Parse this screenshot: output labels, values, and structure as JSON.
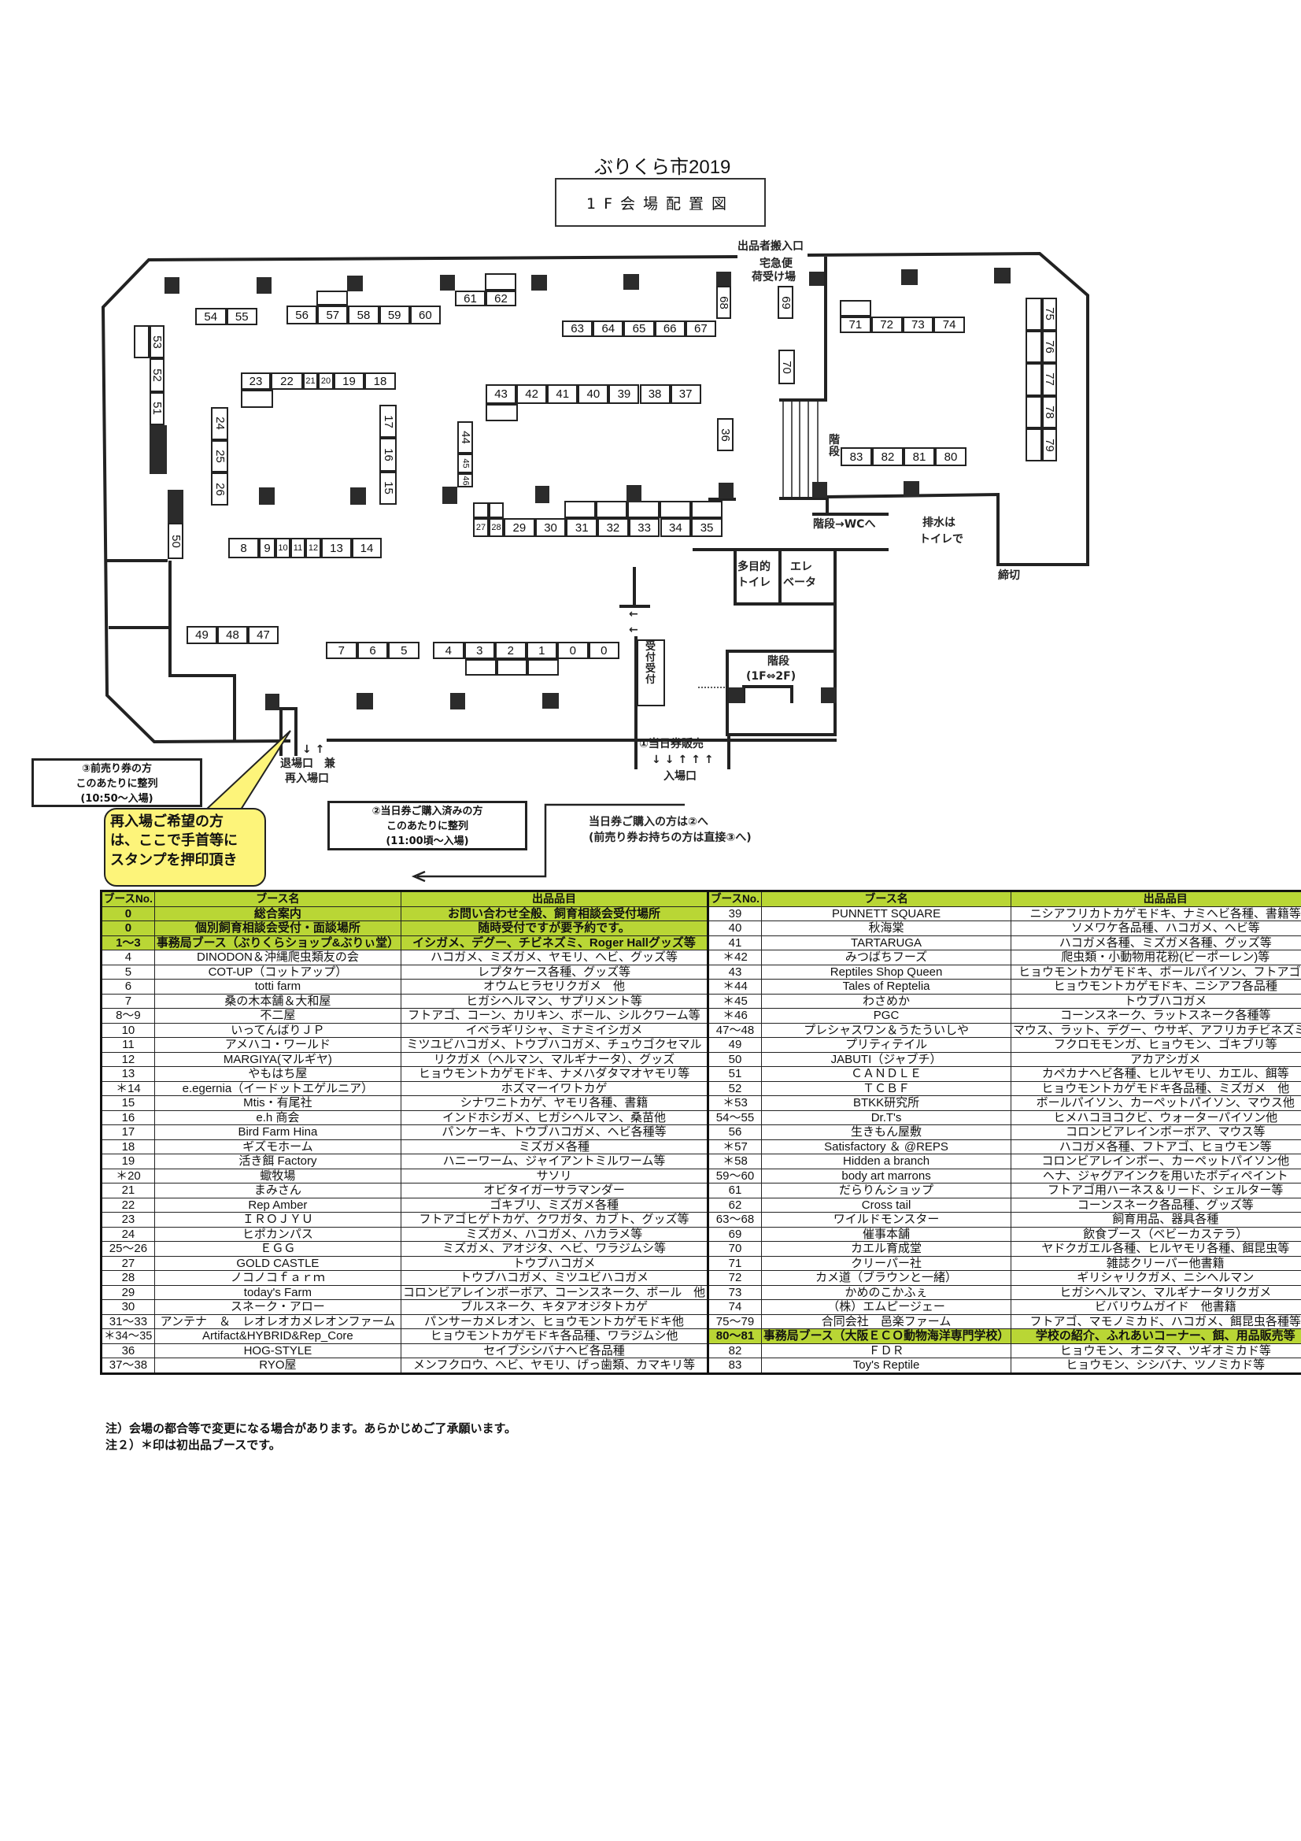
{
  "header": {
    "title": "ぶりくら市2019",
    "subtitle": "1F会場配置図"
  },
  "map": {
    "booths": [
      "54",
      "55",
      "56",
      "57",
      "58",
      "59",
      "60",
      "61",
      "62",
      "63",
      "64",
      "65",
      "66",
      "67",
      "68",
      "69",
      "70",
      "53",
      "52",
      "51",
      "23",
      "22",
      "21",
      "20",
      "19",
      "18",
      "24",
      "25",
      "26",
      "17",
      "16",
      "15",
      "43",
      "42",
      "41",
      "40",
      "39",
      "38",
      "37",
      "36",
      "44",
      "45",
      "46",
      "27",
      "28",
      "29",
      "30",
      "31",
      "32",
      "33",
      "34",
      "35",
      "8",
      "9",
      "10",
      "11",
      "12",
      "13",
      "14",
      "50",
      "71",
      "72",
      "73",
      "74",
      "75",
      "76",
      "77",
      "78",
      "79",
      "83",
      "82",
      "81",
      "80",
      "49",
      "48",
      "47",
      "7",
      "6",
      "5",
      "4",
      "3",
      "2",
      "1",
      "0",
      "0"
    ],
    "labels": {
      "exhibitor_entrance": "出品者搬入口",
      "delivery_1": "宅急便",
      "delivery_2": "荷受け場",
      "stairs_side": "階段",
      "stairs_wc": "階段→WCへ",
      "drain_1": "排水は",
      "drain_2": "トイレで",
      "closed": "締切",
      "toilet_1": "多目的",
      "toilet_2": "トイレ",
      "elevator_1": "エレ",
      "elevator_2": "ベータ",
      "reception_1": "受付",
      "reception_2": "受付",
      "stairs_main": "階段",
      "stairs_floors": "(1F⇔2F)",
      "ticket_sales": "①当日券販売",
      "entrance_arrows": "↓↓↑↑↑",
      "entrance": "入場口",
      "exit_arrows": "↓ ↑",
      "exit_1": "退場口　兼",
      "exit_2": "再入場口",
      "arrow_left_1": "←",
      "arrow_left_2": "←"
    },
    "advance_box": [
      "③前売り券の方",
      "このあたりに整列",
      "(10:50～入場)"
    ],
    "sameday_box": [
      "②当日券ご購入済みの方",
      "このあたりに整列",
      "(11:00頃～入場)"
    ],
    "balloon": [
      "再入場ご希望の方",
      "は、ここで手首等に",
      "スタンプを押印頂き"
    ],
    "guide": [
      "当日券ご購入の方は②へ",
      "(前売り券お持ちの方は直接③へ)"
    ]
  },
  "table": {
    "headers": [
      "ブースNo.",
      "ブース名",
      "出品品目"
    ],
    "highlight_color": "#b9d635",
    "left": [
      {
        "no": "0",
        "name": "総合案内",
        "items": "お問い合わせ全般、飼育相談会受付場所",
        "hl": true
      },
      {
        "no": "0",
        "name": "個別飼育相談会受付・面談場所",
        "items": "随時受付ですが要予約です。",
        "hl": true
      },
      {
        "no": "1～3",
        "name": "事務局ブース（ぶりくらショップ&ぶりぃ堂）",
        "items": "イシガメ、デグー、チビネズミ、Roger Hallグッズ等",
        "hl": true
      },
      {
        "no": "4",
        "name": "DINODON＆沖縄爬虫類友の会",
        "items": "ハコガメ、ミズガメ、ヤモリ、ヘビ、グッズ等"
      },
      {
        "no": "5",
        "name": "COT-UP（コットアップ）",
        "items": "レプタケース各種、グッズ等"
      },
      {
        "no": "6",
        "name": "totti farm",
        "items": "オウムヒラセリクガメ　他"
      },
      {
        "no": "7",
        "name": "桑の木本舗＆大和屋",
        "items": "ヒガシヘルマン、サプリメント等"
      },
      {
        "no": "8～9",
        "name": "不二屋",
        "items": "フトアゴ、コーン、カリキン、ボール、シルクワーム等"
      },
      {
        "no": "10",
        "name": "いってんばりＪＰ",
        "items": "イベラギリシャ、ミナミイシガメ"
      },
      {
        "no": "11",
        "name": "アメハコ・ワールド",
        "items": "ミツユビハコガメ、トウブハコガメ、チュウゴクセマル"
      },
      {
        "no": "12",
        "name": "MARGIYA(マルギヤ)",
        "items": "リクガメ（ヘルマン、マルギナータ）、グッズ"
      },
      {
        "no": "13",
        "name": "やもはち屋",
        "items": "ヒョウモントカゲモドキ、ナメハダタマオヤモリ等"
      },
      {
        "no": "＊14",
        "name": "e.egernia（イードットエゲルニア）",
        "items": "ホズマーイワトカゲ"
      },
      {
        "no": "15",
        "name": "Mtis・有尾社",
        "items": "シナワニトカゲ、ヤモリ各種、書籍"
      },
      {
        "no": "16",
        "name": "e.h 商会",
        "items": "インドホシガメ、ヒガシヘルマン、桑苗他"
      },
      {
        "no": "17",
        "name": "Bird Farm Hina",
        "items": "パンケーキ、トウブハコガメ、ヘビ各種等"
      },
      {
        "no": "18",
        "name": "ギズモホーム",
        "items": "ミズガメ各種"
      },
      {
        "no": "19",
        "name": "活き餌 Factory",
        "items": "ハニーワーム、ジャイアントミルワーム等"
      },
      {
        "no": "＊20",
        "name": "蠍牧場",
        "items": "サソリ"
      },
      {
        "no": "21",
        "name": "まみさん",
        "items": "オビタイガーサラマンダー"
      },
      {
        "no": "22",
        "name": "Rep Amber",
        "items": "ゴキブリ、ミズガメ各種"
      },
      {
        "no": "23",
        "name": "ＩＲＯＪＹＵ",
        "items": "フトアゴヒゲトカゲ、クワガタ、カブト、グッズ等"
      },
      {
        "no": "24",
        "name": "ヒポカンパス",
        "items": "ミズガメ、ハコガメ、ハカラメ等"
      },
      {
        "no": "25～26",
        "name": "ＥＧＧ",
        "items": "ミズガメ、アオジタ、ヘビ、ワラジムシ等"
      },
      {
        "no": "27",
        "name": "GOLD CASTLE",
        "items": "トウブハコガメ"
      },
      {
        "no": "28",
        "name": "ノコノコｆａｒｍ",
        "items": "トウブハコガメ、ミツユビハコガメ"
      },
      {
        "no": "29",
        "name": "today's Farm",
        "items": "コロンビアレインボーボア、コーンスネーク、ボール　他"
      },
      {
        "no": "30",
        "name": "スネーク・アロー",
        "items": "ブルスネーク、キタアオジタトカゲ"
      },
      {
        "no": "31～33",
        "name": "アンテナ　＆　レオレオカメレオンファーム",
        "items": "パンサーカメレオン、ヒョウモントカゲモドキ他"
      },
      {
        "no": "＊34～35",
        "name": "Artifact&HYBRID&Rep_Core",
        "items": "ヒョウモントカゲモドキ各品種、ワラジムシ他"
      },
      {
        "no": "36",
        "name": "HOG-STYLE",
        "items": "セイブシシバナヘビ各品種"
      },
      {
        "no": "37～38",
        "name": "RYO屋",
        "items": "メンフクロウ、ヘビ、ヤモリ、げっ歯類、カマキリ等"
      }
    ],
    "right": [
      {
        "no": "39",
        "name": "PUNNETT SQUARE",
        "items": "ニシアフリカトカゲモドキ、ナミヘビ各種、書籍等"
      },
      {
        "no": "40",
        "name": "秋海棠",
        "items": "ソメワケ各品種、ハコガメ、ヘビ等"
      },
      {
        "no": "41",
        "name": "TARTARUGA",
        "items": "ハコガメ各種、ミズガメ各種、グッズ等"
      },
      {
        "no": "＊42",
        "name": "みつばちフーズ",
        "items": "爬虫類・小動物用花粉(ビーポーレン)等"
      },
      {
        "no": "43",
        "name": "Reptiles Shop Queen",
        "items": "ヒョウモントカゲモドキ、ボールパイソン、フトアゴ等"
      },
      {
        "no": "＊44",
        "name": "Tales of Reptelia",
        "items": "ヒョウモントカゲモドキ、ニシアフ各品種"
      },
      {
        "no": "＊45",
        "name": "わさめか",
        "items": "トウブハコガメ"
      },
      {
        "no": "＊46",
        "name": "PGC",
        "items": "コーンスネーク、ラットスネーク各種等"
      },
      {
        "no": "47～48",
        "name": "プレシャスワン＆うたういしや",
        "items": "マウス、ラット、デグー、ウサギ、アフリカチビネズミ等"
      },
      {
        "no": "49",
        "name": "プリティテイル",
        "items": "フクロモモンガ、ヒョウモン、ゴキブリ等"
      },
      {
        "no": "50",
        "name": "JABUTI（ジャブチ）",
        "items": "アカアシガメ"
      },
      {
        "no": "51",
        "name": "ＣＡＮＤＬＥ",
        "items": "カペカナヘビ各種、ヒルヤモリ、カエル、餌等"
      },
      {
        "no": "52",
        "name": "ＴＣＢＦ",
        "items": "ヒョウモントカゲモドキ各品種、ミズガメ　他"
      },
      {
        "no": "＊53",
        "name": "BTKK研究所",
        "items": "ボールパイソン、カーペットパイソン、マウス他"
      },
      {
        "no": "54～55",
        "name": "Dr.T's",
        "items": "ヒメハコヨコクビ、ウォーターパイソン他"
      },
      {
        "no": "56",
        "name": "生きもん屋敷",
        "items": "コロンビアレインボーボア、マウス等"
      },
      {
        "no": "＊57",
        "name": "Satisfactory ＆ @REPS",
        "items": "ハコガメ各種、フトアゴ、ヒョウモン等"
      },
      {
        "no": "＊58",
        "name": "Hidden a branch",
        "items": "コロンビアレインボー、カーペットパイソン他"
      },
      {
        "no": "59～60",
        "name": "body art marrons",
        "items": "ヘナ、ジャグアインクを用いたボディペイント"
      },
      {
        "no": "61",
        "name": "だらりんショップ",
        "items": "フトアゴ用ハーネス＆リード、シェルター等"
      },
      {
        "no": "62",
        "name": "Cross tail",
        "items": "コーンスネーク各品種、グッズ等"
      },
      {
        "no": "63～68",
        "name": "ワイルドモンスター",
        "items": "飼育用品、器具各種"
      },
      {
        "no": "69",
        "name": "催事本舗",
        "items": "飲食ブース（ベビーカステラ）"
      },
      {
        "no": "70",
        "name": "カエル育成堂",
        "items": "ヤドクガエル各種、ヒルヤモリ各種、餌昆虫等"
      },
      {
        "no": "71",
        "name": "クリーパー社",
        "items": "雑誌クリーパー他書籍"
      },
      {
        "no": "72",
        "name": "カメ道（ブラウンと一緒）",
        "items": "ギリシャリクガメ、ニシヘルマン"
      },
      {
        "no": "73",
        "name": "かめのこかふぇ",
        "items": "ヒガシヘルマン、マルギナータリクガメ"
      },
      {
        "no": "74",
        "name": "（株）エムピージェー",
        "items": "ビバリウムガイド　他書籍"
      },
      {
        "no": "75～79",
        "name": "合同会社　邑楽ファーム",
        "items": "フトアゴ、マモノミカド、ハコガメ、餌昆虫各種等"
      },
      {
        "no": "80～81",
        "name": "事務局ブース（大阪ＥＣＯ動物海洋専門学校）",
        "items": "学校の紹介、ふれあいコーナー、餌、用品販売等",
        "hl": true
      },
      {
        "no": "82",
        "name": "ＦＤＲ",
        "items": "ヒョウモン、オニタマ、ツギオミカド等"
      },
      {
        "no": "83",
        "name": "Toy's Reptile",
        "items": "ヒョウモン、シシバナ、ツノミカド等"
      }
    ]
  },
  "notes": [
    "注）会場の都合等で変更になる場合があります。あらかじめご了承願います。",
    "注２）＊印は初出品ブースです。"
  ]
}
